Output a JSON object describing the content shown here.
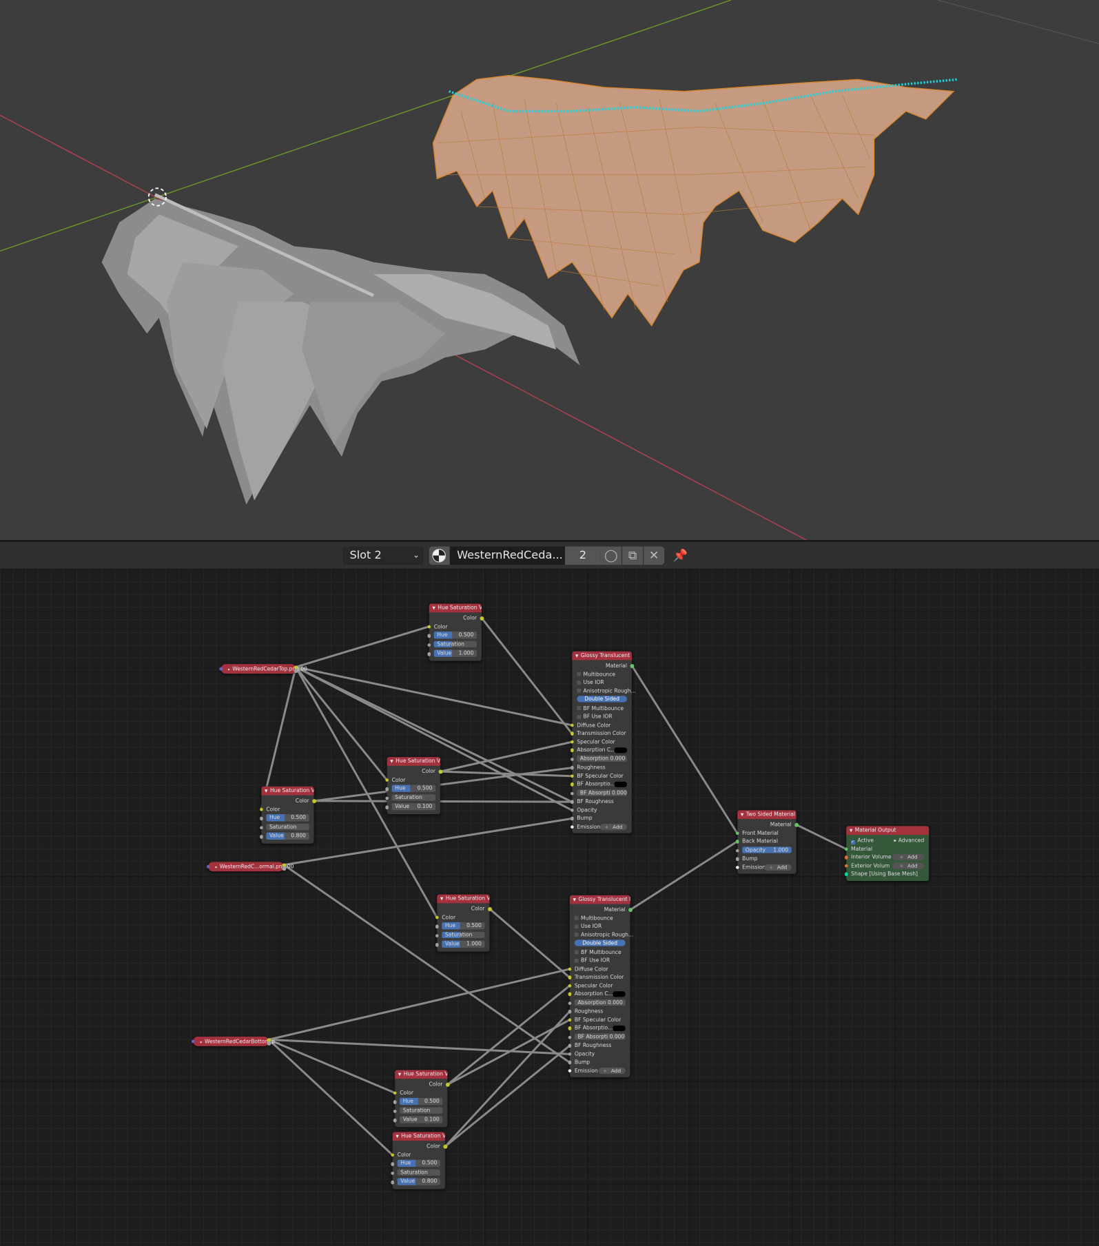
{
  "header": {
    "slot_label": "Slot 2",
    "material_name": "WesternRedCeda...",
    "user_count": "2",
    "icons": [
      "material-sphere-icon",
      "fake-user-shield-icon",
      "duplicate-icon",
      "close-icon",
      "pin-icon"
    ]
  },
  "colors": {
    "node_header": "#a3313e",
    "output_body": "#35573a",
    "socket_color": "#c7c729",
    "socket_float": "#a1a1a1",
    "socket_shader": "#63c763",
    "socket_vector": "#6363c7",
    "socket_volume": "#e07030",
    "axis_x": "#b8414e",
    "axis_y": "#6f9a2a",
    "selected_mesh": "#d9852a",
    "hair": "#18d6e0"
  },
  "nodes": [
    {
      "id": "img_top",
      "kind": "image",
      "title": "WesternRedCedarTop.png.00"
    },
    {
      "id": "img_normal",
      "kind": "image",
      "title": "WesternRedC...ormal.png.00"
    },
    {
      "id": "img_bottom",
      "kind": "image",
      "title": "WesternRedCedarBottom.p..."
    },
    {
      "id": "hsv1",
      "kind": "node",
      "title": "Hue Saturation Val",
      "rows": [
        {
          "t": "out",
          "label": "Color",
          "s": "c"
        },
        {
          "t": "in",
          "label": "Color",
          "s": "c"
        },
        {
          "t": "field",
          "label": "Hue",
          "value": "0.500",
          "hl": true
        },
        {
          "t": "field",
          "label": "Saturation",
          "value": "1.000",
          "hl": true
        },
        {
          "t": "field",
          "label": "Value",
          "value": "1.000",
          "hl": true
        }
      ]
    },
    {
      "id": "hsv2",
      "kind": "node",
      "title": "Hue Saturation Val...",
      "rows": [
        {
          "t": "out",
          "label": "Color",
          "s": "c"
        },
        {
          "t": "in",
          "label": "Color",
          "s": "c"
        },
        {
          "t": "field",
          "label": "Hue",
          "value": "0.500",
          "hl": true
        },
        {
          "t": "field",
          "label": "Saturation",
          "value": "0.000",
          "hl": false
        },
        {
          "t": "field",
          "label": "Value",
          "value": "0.100",
          "hl": false
        }
      ]
    },
    {
      "id": "hsv3",
      "kind": "node",
      "title": "Hue Saturation Val",
      "rows": [
        {
          "t": "out",
          "label": "Color",
          "s": "c"
        },
        {
          "t": "in",
          "label": "Color",
          "s": "c"
        },
        {
          "t": "field",
          "label": "Hue",
          "value": "0.500",
          "hl": true
        },
        {
          "t": "field",
          "label": "Saturation",
          "value": "0.000",
          "hl": false
        },
        {
          "t": "field",
          "label": "Value",
          "value": "0.800",
          "hl": true
        }
      ]
    },
    {
      "id": "hsv4",
      "kind": "node",
      "title": "Hue Saturation Val...",
      "rows": [
        {
          "t": "out",
          "label": "Color",
          "s": "c"
        },
        {
          "t": "in",
          "label": "Color",
          "s": "c"
        },
        {
          "t": "field",
          "label": "Hue",
          "value": "0.500",
          "hl": true
        },
        {
          "t": "field",
          "label": "Saturation",
          "value": "1.000",
          "hl": true
        },
        {
          "t": "field",
          "label": "Value",
          "value": "1.000",
          "hl": true
        }
      ]
    },
    {
      "id": "hsv5",
      "kind": "node",
      "title": "Hue Saturation Val",
      "rows": [
        {
          "t": "out",
          "label": "Color",
          "s": "c"
        },
        {
          "t": "in",
          "label": "Color",
          "s": "c"
        },
        {
          "t": "field",
          "label": "Hue",
          "value": "0.500",
          "hl": true
        },
        {
          "t": "field",
          "label": "Saturation",
          "value": "0.000",
          "hl": false
        },
        {
          "t": "field",
          "label": "Value",
          "value": "0.100",
          "hl": false
        }
      ]
    },
    {
      "id": "hsv6",
      "kind": "node",
      "title": "Hue Saturation Val",
      "rows": [
        {
          "t": "out",
          "label": "Color",
          "s": "c"
        },
        {
          "t": "in",
          "label": "Color",
          "s": "c"
        },
        {
          "t": "field",
          "label": "Hue",
          "value": "0.500",
          "hl": true
        },
        {
          "t": "field",
          "label": "Saturation",
          "value": "0.000",
          "hl": false
        },
        {
          "t": "field",
          "label": "Value",
          "value": "0.800",
          "hl": true
        }
      ]
    },
    {
      "id": "glossy1",
      "kind": "node",
      "title": "Glossy Translucent Ma",
      "rows": [
        {
          "t": "out",
          "label": "Material",
          "s": "g"
        },
        {
          "t": "check",
          "label": "Multibounce"
        },
        {
          "t": "check",
          "label": "Use IOR"
        },
        {
          "t": "check",
          "label": "Anisotropic Rough..."
        },
        {
          "t": "button",
          "label": "Double Sided"
        },
        {
          "t": "check",
          "label": "BF Multibounce"
        },
        {
          "t": "check",
          "label": "BF Use IOR"
        },
        {
          "t": "in",
          "label": "Diffuse Color",
          "s": "c"
        },
        {
          "t": "in",
          "label": "Transmission Color",
          "s": "c"
        },
        {
          "t": "in",
          "label": "Specular Color",
          "s": "c"
        },
        {
          "t": "color",
          "label": "Absorption C...",
          "s": "c"
        },
        {
          "t": "field",
          "label": "Absorption",
          "value": "0.000",
          "hl": false,
          "center": true
        },
        {
          "t": "in",
          "label": "Roughness",
          "s": "f"
        },
        {
          "t": "in",
          "label": "BF Specular Color",
          "s": "c"
        },
        {
          "t": "color",
          "label": "BF Absorptio...",
          "s": "c"
        },
        {
          "t": "field",
          "label": "BF Absorpti",
          "value": "0.000",
          "hl": false,
          "center": true
        },
        {
          "t": "in",
          "label": "BF Roughness",
          "s": "f"
        },
        {
          "t": "in",
          "label": "Opacity",
          "s": "f"
        },
        {
          "t": "in",
          "label": "Bump",
          "s": "f"
        },
        {
          "t": "add",
          "label": "Emission",
          "s": "w",
          "add": "Add"
        }
      ]
    },
    {
      "id": "glossy2",
      "kind": "node",
      "title": "Glossy Translucent Ma",
      "rows": [
        {
          "t": "out",
          "label": "Material",
          "s": "g"
        },
        {
          "t": "check",
          "label": "Multibounce"
        },
        {
          "t": "check",
          "label": "Use IOR"
        },
        {
          "t": "check",
          "label": "Anisotropic Rough..."
        },
        {
          "t": "button",
          "label": "Double Sided"
        },
        {
          "t": "check",
          "label": "BF Multibounce"
        },
        {
          "t": "check",
          "label": "BF Use IOR"
        },
        {
          "t": "in",
          "label": "Diffuse Color",
          "s": "c"
        },
        {
          "t": "in",
          "label": "Transmission Color",
          "s": "c"
        },
        {
          "t": "in",
          "label": "Specular Color",
          "s": "c"
        },
        {
          "t": "color",
          "label": "Absorption C...",
          "s": "c"
        },
        {
          "t": "field",
          "label": "Absorption",
          "value": "0.000",
          "hl": false,
          "center": true
        },
        {
          "t": "in",
          "label": "Roughness",
          "s": "f"
        },
        {
          "t": "in",
          "label": "BF Specular Color",
          "s": "c"
        },
        {
          "t": "color",
          "label": "BF Absorptio...",
          "s": "c"
        },
        {
          "t": "field",
          "label": "BF Absorpti",
          "value": "0.000",
          "hl": false,
          "center": true
        },
        {
          "t": "in",
          "label": "BF Roughness",
          "s": "f"
        },
        {
          "t": "in",
          "label": "Opacity",
          "s": "f"
        },
        {
          "t": "in",
          "label": "Bump",
          "s": "f"
        },
        {
          "t": "add",
          "label": "Emission",
          "s": "w",
          "add": "Add"
        }
      ]
    },
    {
      "id": "twosided",
      "kind": "node",
      "title": "Two Sided Material",
      "rows": [
        {
          "t": "out",
          "label": "Material",
          "s": "g"
        },
        {
          "t": "in",
          "label": "Front Material",
          "s": "g"
        },
        {
          "t": "in",
          "label": "Back Material",
          "s": "g"
        },
        {
          "t": "field",
          "label": "Opacity",
          "value": "1.000",
          "hl": true,
          "full": true
        },
        {
          "t": "in",
          "label": "Bump",
          "s": "f"
        },
        {
          "t": "add",
          "label": "Emission",
          "s": "w",
          "add": "Add"
        }
      ]
    },
    {
      "id": "output",
      "kind": "output",
      "title": "Material Output",
      "rows": [
        {
          "t": "active",
          "label": "Active",
          "adv": "Advanced"
        },
        {
          "t": "in",
          "label": "Material",
          "s": "g"
        },
        {
          "t": "add",
          "label": "Interior Volume",
          "s": "o",
          "add": "Add"
        },
        {
          "t": "add",
          "label": "Exterior Volum",
          "s": "o",
          "add": "Add"
        },
        {
          "t": "in",
          "label": "Shape [Using Base Mesh]",
          "s": "t"
        }
      ]
    }
  ],
  "links": [
    [
      "img_top",
      0,
      "hsv1",
      1
    ],
    [
      "img_top",
      0,
      "glossy1",
      7
    ],
    [
      "img_top",
      0,
      "glossy1",
      17
    ],
    [
      "img_top",
      0,
      "hsv3",
      1
    ],
    [
      "img_top",
      0,
      "hsv2",
      1
    ],
    [
      "img_top",
      0,
      "hsv4",
      1
    ],
    [
      "img_top",
      0,
      "glossy1",
      16
    ],
    [
      "hsv1",
      0,
      "glossy1",
      8
    ],
    [
      "hsv2",
      0,
      "glossy1",
      9
    ],
    [
      "hsv2",
      0,
      "glossy1",
      13
    ],
    [
      "hsv3",
      0,
      "glossy1",
      12
    ],
    [
      "hsv3",
      0,
      "glossy1",
      16
    ],
    [
      "img_normal",
      0,
      "glossy1",
      18
    ],
    [
      "img_normal",
      0,
      "glossy2",
      18
    ],
    [
      "hsv4",
      0,
      "glossy2",
      8
    ],
    [
      "img_bottom",
      0,
      "glossy2",
      7
    ],
    [
      "img_bottom",
      0,
      "glossy2",
      17
    ],
    [
      "img_bottom",
      0,
      "hsv5",
      1
    ],
    [
      "img_bottom",
      0,
      "hsv6",
      1
    ],
    [
      "hsv5",
      0,
      "glossy2",
      9
    ],
    [
      "hsv5",
      0,
      "glossy2",
      13
    ],
    [
      "hsv6",
      0,
      "glossy2",
      12
    ],
    [
      "hsv6",
      0,
      "glossy2",
      16
    ],
    [
      "glossy1",
      0,
      "twosided",
      1
    ],
    [
      "glossy2",
      0,
      "twosided",
      2
    ],
    [
      "twosided",
      0,
      "output",
      1
    ]
  ]
}
